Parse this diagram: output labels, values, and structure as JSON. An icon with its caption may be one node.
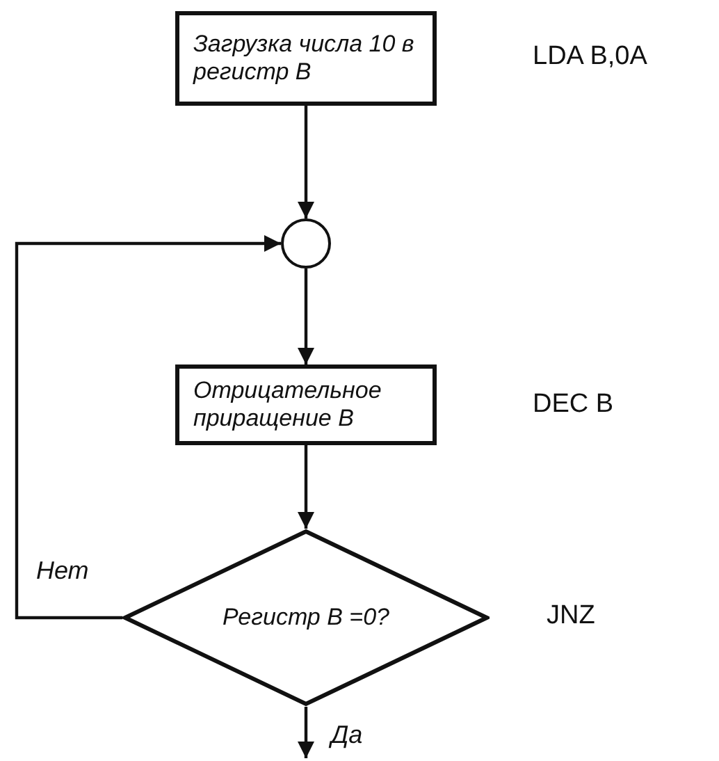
{
  "diagram": {
    "nodes": [
      {
        "text": [
          "Загрузка числа 10 в регистр B"
        ],
        "beside": [
          "LDA B,0A"
        ]
      },
      {
        "text": [],
        "shape": "circle"
      },
      {
        "text": [
          "Отрицательное приращение B"
        ],
        "beside": [
          "DEC B"
        ]
      },
      {
        "text": [
          "Регистр B =0?"
        ],
        "beside": [
          "JNZ"
        ]
      }
    ],
    "edges": [
      {
        "from": 0,
        "to": 1,
        "arrow": "to"
      },
      {
        "from": 1,
        "to": 2,
        "arrow": "to"
      },
      {
        "from": 2,
        "to": 3,
        "arrow": "to"
      },
      {
        "from": 3,
        "to": 1,
        "arrow": "to",
        "label": "Нет"
      },
      {
        "from": 3,
        "to": null,
        "arrow": "to",
        "label": "Да"
      }
    ]
  }
}
